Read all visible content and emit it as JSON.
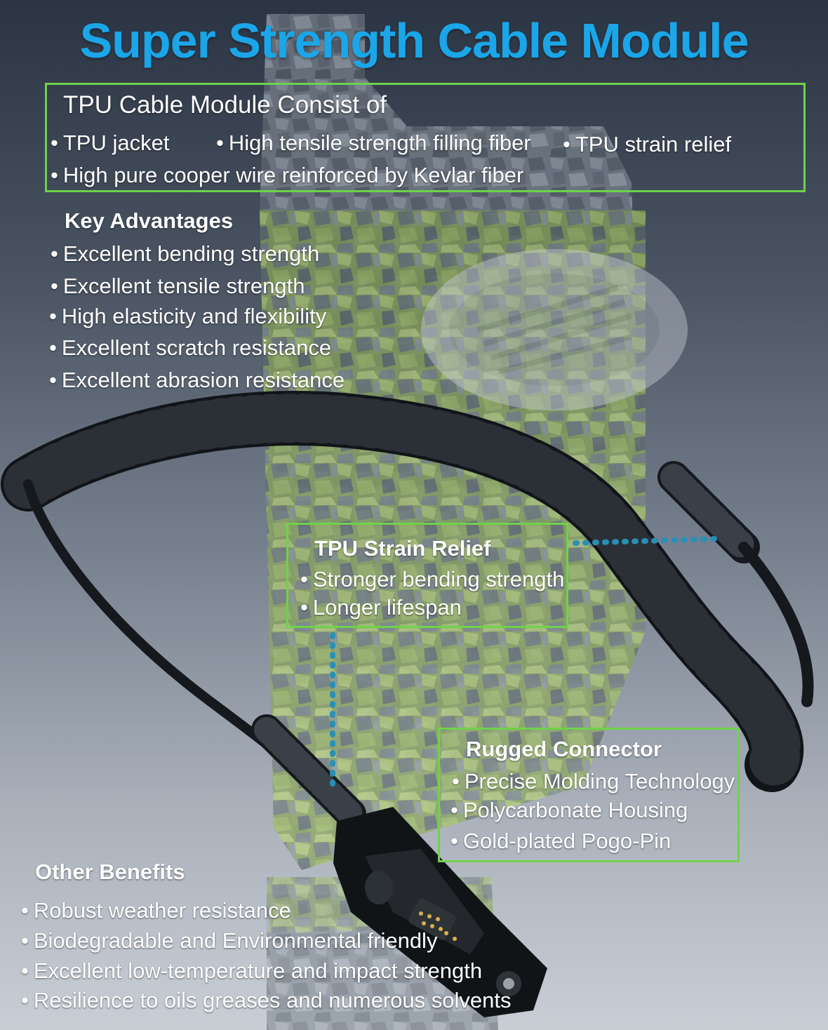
{
  "title": "Super Strength Cable Module",
  "cable_module": {
    "heading": "TPU Cable Module Consist of",
    "items": [
      "TPU jacket",
      "High tensile strength filling fiber",
      "TPU strain relief",
      "High pure cooper wire reinforced by Kevlar fiber"
    ]
  },
  "key_advantages": {
    "heading": "Key Advantages",
    "items": [
      "Excellent bending strength",
      "Excellent tensile strength",
      "High elasticity and flexibility",
      "Excellent scratch resistance",
      "Excellent abrasion resistance"
    ]
  },
  "strain_relief": {
    "heading": "TPU Strain Relief",
    "items": [
      "Stronger bending strength",
      "Longer lifespan"
    ]
  },
  "rugged_connector": {
    "heading": "Rugged Connector",
    "items": [
      "Precise Molding Technology",
      "Polycarbonate Housing",
      "Gold-plated Pogo-Pin"
    ]
  },
  "other_benefits": {
    "heading": "Other Benefits",
    "items": [
      "Robust weather resistance",
      "Biodegradable and Environmental friendly",
      "Excellent low-temperature and impact strength",
      "Resilience to oils greases and numerous solvents"
    ]
  },
  "colors": {
    "title": "#1aa6e8",
    "box_border": "#6fd24a",
    "callout_dots": "#2a8fb5",
    "text": "#ffffff"
  },
  "icons": [
    "coiled-cable-image",
    "radio-silhouette",
    "connector-image",
    "speaker-grille"
  ]
}
